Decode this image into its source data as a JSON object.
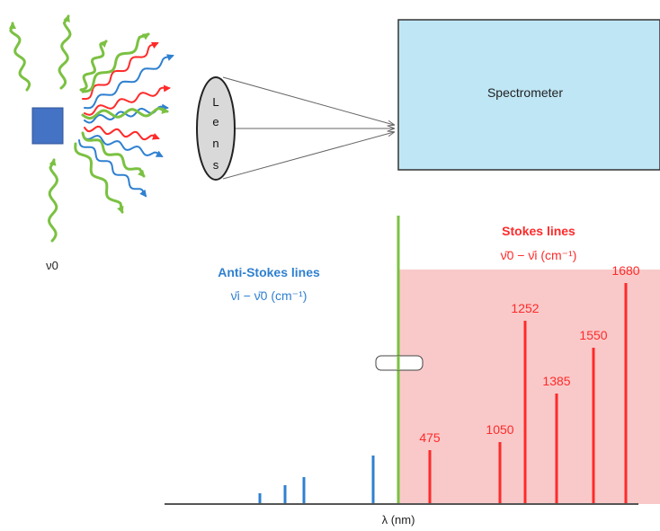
{
  "source": {
    "label": "ν0",
    "sample_color": "#4472c4",
    "wave_colors": {
      "rayleigh": "#7bc142",
      "stokes": "#ff2a2a",
      "anti_stokes": "#2f80d0"
    }
  },
  "lens": {
    "letters": [
      "L",
      "e",
      "n",
      "s"
    ],
    "fill": "#d9d9d9"
  },
  "spectrometer": {
    "label": "Spectrometer",
    "fill": "#bfe6f5"
  },
  "anti_stokes": {
    "title": "Anti-Stokes lines",
    "formula": "ν̄i − ν̄0 (cm⁻¹)",
    "color": "#2f80d0"
  },
  "stokes": {
    "title": "Stokes lines",
    "formula": "ν̄0 − ν̄i (cm⁻¹)",
    "color": "#ff2a2a",
    "region_fill": "#f9c9c9"
  },
  "axis": {
    "xlabel": "λ (nm)"
  },
  "rayleigh_color": "#7bc142",
  "stokes_lines": [
    {
      "label": "475",
      "value": 475,
      "height": 0.2
    },
    {
      "label": "1050",
      "value": 1050,
      "height": 0.23
    },
    {
      "label": "1252",
      "value": 1252,
      "height": 0.68
    },
    {
      "label": "1385",
      "value": 1385,
      "height": 0.41
    },
    {
      "label": "1550",
      "value": 1550,
      "height": 0.58
    },
    {
      "label": "1680",
      "value": 1680,
      "height": 0.82
    }
  ],
  "anti_stokes_lines": [
    {
      "height": 0.04
    },
    {
      "height": 0.07
    },
    {
      "height": 0.1
    },
    {
      "height": 0.18
    }
  ]
}
